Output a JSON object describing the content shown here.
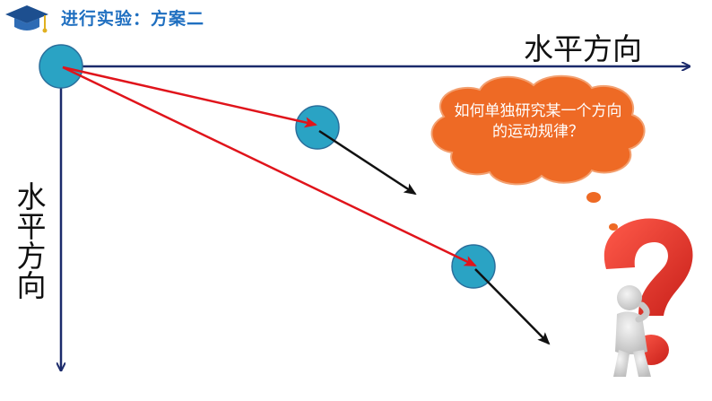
{
  "header": {
    "title": "进行实验：方案二"
  },
  "axes": {
    "x_label": "水平方向",
    "y_label": "水平方向"
  },
  "callout": {
    "text": "如何单独研究某一个方向的运动规律？"
  },
  "colors": {
    "title": "#1f6fc0",
    "axis": "#1b2a6b",
    "ball_fill": "#2aa3c4",
    "ball_stroke": "#2a6f9c",
    "displacement_arrow": "#e0141b",
    "velocity_arrow": "#111111",
    "cloud": "#ee6a25",
    "question_mark": "#e8322a"
  }
}
